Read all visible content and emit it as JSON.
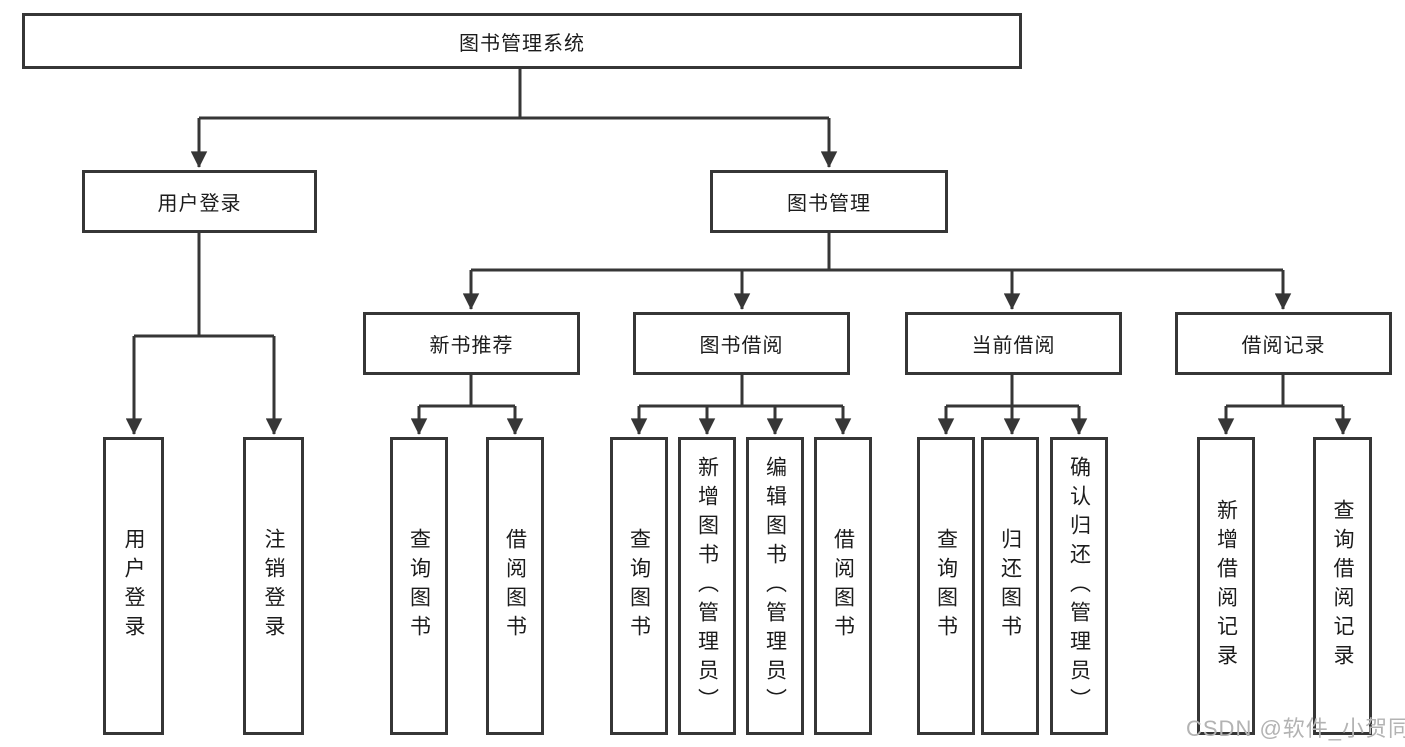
{
  "diagram": {
    "title": {
      "label": "图书管理系统"
    },
    "level2": {
      "user_login": {
        "label": "用户登录"
      },
      "book_mgmt": {
        "label": "图书管理"
      }
    },
    "level3": {
      "new_book": {
        "label": "新书推荐"
      },
      "borrow": {
        "label": "图书借阅"
      },
      "current": {
        "label": "当前借阅"
      },
      "record": {
        "label": "借阅记录"
      }
    },
    "leaves": {
      "user_login": [
        {
          "label": "用户登录"
        },
        {
          "label": "注销登录"
        }
      ],
      "new_book": [
        {
          "label": "查询图书"
        },
        {
          "label": "借阅图书"
        }
      ],
      "borrow": [
        {
          "label": "查询图书"
        },
        {
          "label": "新增图书（管理员）"
        },
        {
          "label": "编辑图书（管理员）"
        },
        {
          "label": "借阅图书"
        }
      ],
      "current": [
        {
          "label": "查询图书"
        },
        {
          "label": "归还图书"
        },
        {
          "label": "确认归还（管理员）"
        }
      ],
      "record": [
        {
          "label": "新增借阅记录"
        },
        {
          "label": "查询借阅记录"
        }
      ]
    },
    "watermark": {
      "label": "CSDN @软件_小贺同学"
    },
    "colors": {
      "line": "#363636",
      "text": "#1c1c1c",
      "watermark": "#b3b3b3",
      "background": "#ffffff"
    }
  }
}
